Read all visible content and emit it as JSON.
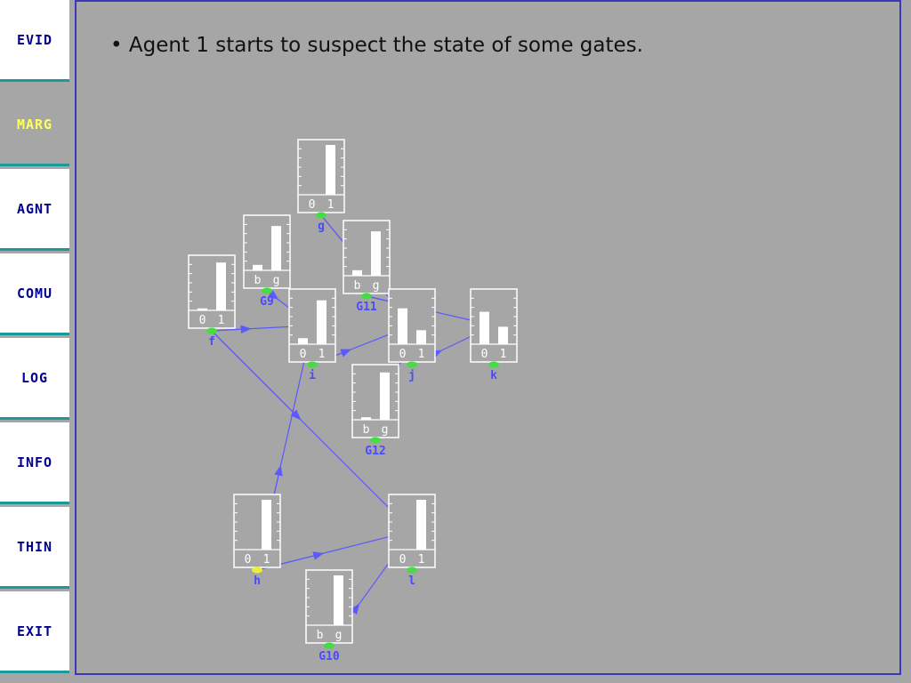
{
  "sidebar": {
    "items": [
      {
        "label": "EVID",
        "active": false
      },
      {
        "label": "MARG",
        "active": true
      },
      {
        "label": "AGNT",
        "active": false
      },
      {
        "label": "COMU",
        "active": false
      },
      {
        "label": "LOG",
        "active": false
      },
      {
        "label": "INFO",
        "active": false
      },
      {
        "label": "THIN",
        "active": false
      },
      {
        "label": "EXIT",
        "active": false
      }
    ]
  },
  "slide": {
    "bullet": "• Agent 1 starts to suspect the state of some gates."
  },
  "colors": {
    "link": "#5a5aff",
    "node_label": "#4a4aff",
    "dot_green": "#44dd44",
    "dot_yellow": "#eeee33",
    "accent": "#1a9a9a"
  },
  "network": {
    "nodes": [
      {
        "id": "g",
        "label": "g",
        "states": [
          "0",
          "1"
        ],
        "probs": [
          0.0,
          1.0
        ],
        "dot": "green"
      },
      {
        "id": "G9",
        "label": "G9",
        "states": [
          "b",
          "g"
        ],
        "probs": [
          0.11,
          0.89
        ],
        "dot": "green"
      },
      {
        "id": "G11",
        "label": "G11",
        "states": [
          "b",
          "g"
        ],
        "probs": [
          0.11,
          0.89
        ],
        "dot": "green"
      },
      {
        "id": "f",
        "label": "f",
        "states": [
          "0",
          "1"
        ],
        "probs": [
          0.04,
          0.96
        ],
        "dot": "green"
      },
      {
        "id": "i",
        "label": "i",
        "states": [
          "0",
          "1"
        ],
        "probs": [
          0.12,
          0.88
        ],
        "dot": "green"
      },
      {
        "id": "j",
        "label": "j",
        "states": [
          "0",
          "1"
        ],
        "probs": [
          0.72,
          0.28
        ],
        "dot": "green"
      },
      {
        "id": "k",
        "label": "k",
        "states": [
          "0",
          "1"
        ],
        "probs": [
          0.65,
          0.35
        ],
        "dot": "green"
      },
      {
        "id": "G12",
        "label": "G12",
        "states": [
          "b",
          "g"
        ],
        "probs": [
          0.05,
          0.95
        ],
        "dot": "green"
      },
      {
        "id": "h",
        "label": "h",
        "states": [
          "0",
          "1"
        ],
        "probs": [
          0.0,
          1.0
        ],
        "dot": "yellow"
      },
      {
        "id": "l",
        "label": "l",
        "states": [
          "0",
          "1"
        ],
        "probs": [
          0.0,
          1.0
        ],
        "dot": "green"
      },
      {
        "id": "G10",
        "label": "G10",
        "states": [
          "b",
          "g"
        ],
        "probs": [
          0.0,
          1.0
        ],
        "dot": "green"
      }
    ],
    "edges": [
      {
        "from": "g",
        "to": "j"
      },
      {
        "from": "G9",
        "to": "i"
      },
      {
        "from": "G11",
        "to": "k"
      },
      {
        "from": "f",
        "to": "i"
      },
      {
        "from": "f",
        "to": "l"
      },
      {
        "from": "i",
        "to": "j"
      },
      {
        "from": "j",
        "to": "k"
      },
      {
        "from": "G12",
        "to": "j"
      },
      {
        "from": "h",
        "to": "i"
      },
      {
        "from": "h",
        "to": "l"
      },
      {
        "from": "G10",
        "to": "l"
      }
    ]
  }
}
